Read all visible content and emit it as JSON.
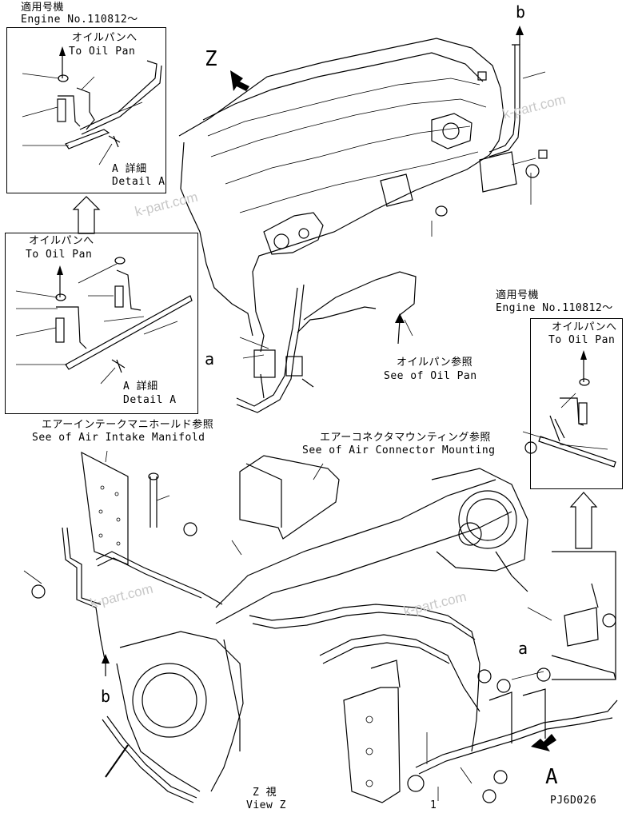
{
  "inset_top": {
    "applicable_jp": "適用号機",
    "engine_no": "Engine No.110812～",
    "oilpan_jp": "オイルパンへ",
    "oilpan_en": "To Oil Pan",
    "detail_jp": "A 詳細",
    "detail_en": "Detail A"
  },
  "inset_mid": {
    "oilpan_jp": "オイルパンへ",
    "oilpan_en": "To Oil Pan",
    "detail_jp": "A 詳細",
    "detail_en": "Detail A"
  },
  "inset_right": {
    "applicable_jp": "適用号機",
    "engine_no": "Engine No.110812～",
    "oilpan_jp": "オイルパンへ",
    "oilpan_en": "To Oil Pan"
  },
  "callouts": {
    "see_oilpan_jp": "オイルパン参照",
    "see_oilpan_en": "See of Oil Pan",
    "see_intake_jp": "エアーインテークマニホールド参照",
    "see_intake_en": "See of Air Intake Manifold",
    "see_connector_jp": "エアーコネクタマウンティング参照",
    "see_connector_en": "See of Air Connector Mounting",
    "view_jp": "Z 視",
    "view_en": "View Z"
  },
  "markers": {
    "z": "Z",
    "b_top": "b",
    "b_bottom": "b",
    "a_left": "a",
    "a_right": "a",
    "a_big": "A",
    "one": "1"
  },
  "drawing_code": "PJ6D026",
  "watermark": "k-part.com"
}
